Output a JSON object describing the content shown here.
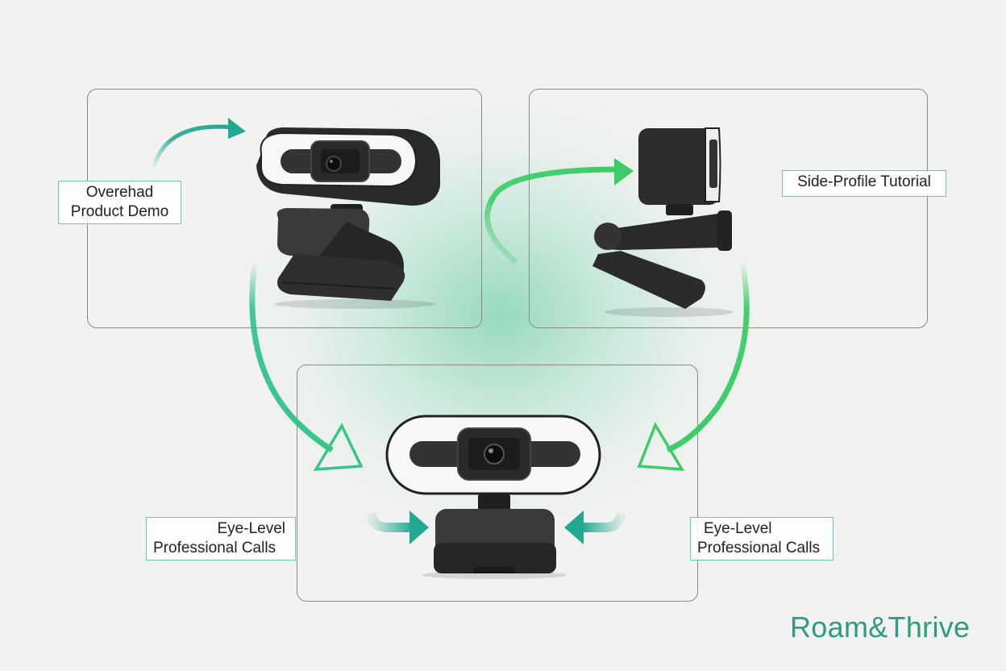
{
  "diagram": {
    "panels": [
      {
        "id": "overhead",
        "label_lines": [
          "Overehad",
          "Product Demo"
        ]
      },
      {
        "id": "side-profile",
        "label_lines": [
          "Side-Profile Tutorial"
        ]
      },
      {
        "id": "eye-level",
        "label_lines": [
          "Eye-Level",
          "Professional Calls"
        ]
      }
    ],
    "labels": {
      "overhead_line1": "Overehad",
      "overhead_line2": "Product Demo",
      "side_profile": "Side-Profile Tutorial",
      "eye_level_left_line1": "Eye-Level",
      "eye_level_left_line2": "Professional Calls",
      "eye_level_right_line1": "Eye-Level",
      "eye_level_right_line2": "Professional Calls"
    },
    "brand": "Roam&Thrive",
    "colors": {
      "teal_arrow": "#23a892",
      "green_arrow": "#3dcc68",
      "label_border": "#6cc7bd",
      "brand": "#2e9b82",
      "panel_border": "#8a8a8a",
      "webcam_body": "#2b2b2b"
    },
    "icons": [
      "webcam-ring-light-icon",
      "webcam-side-icon",
      "curved-arrow-icon",
      "hollow-arrowhead-icon",
      "inward-arrow-icon"
    ]
  }
}
